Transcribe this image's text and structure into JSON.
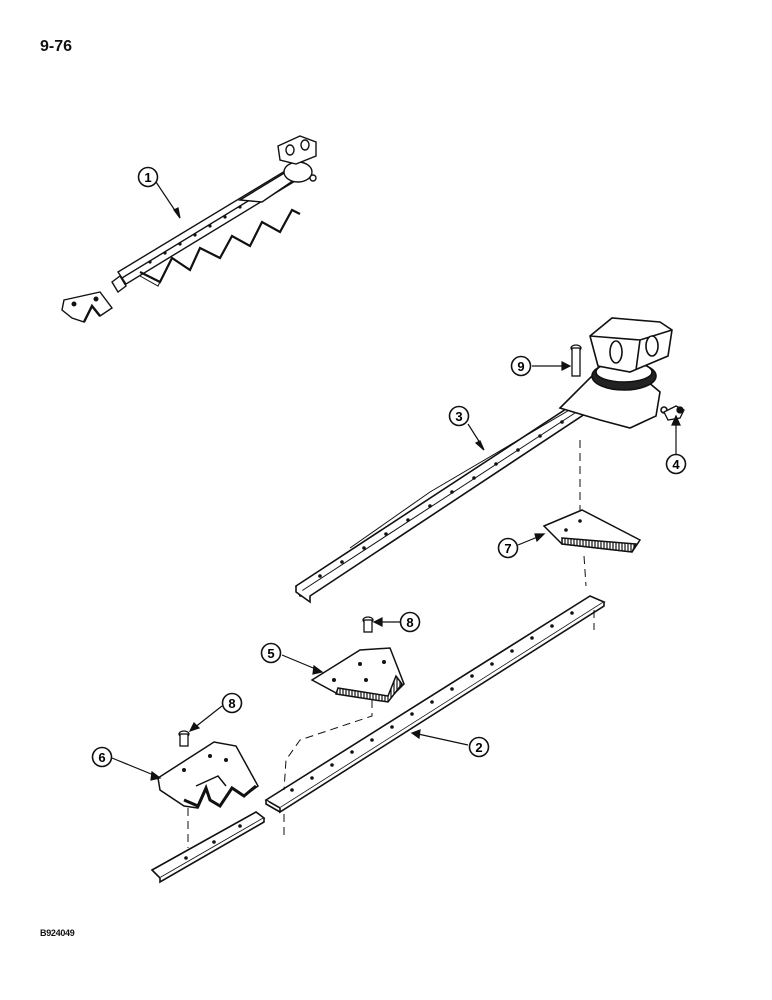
{
  "page": {
    "number": "9-76",
    "figure_code": "B924049"
  },
  "callouts": [
    {
      "id": "callout-1",
      "label": "1"
    },
    {
      "id": "callout-2",
      "label": "2"
    },
    {
      "id": "callout-3",
      "label": "3"
    },
    {
      "id": "callout-4",
      "label": "4"
    },
    {
      "id": "callout-5",
      "label": "5"
    },
    {
      "id": "callout-6",
      "label": "6"
    },
    {
      "id": "callout-7",
      "label": "7"
    },
    {
      "id": "callout-8a",
      "label": "8"
    },
    {
      "id": "callout-8b",
      "label": "8"
    },
    {
      "id": "callout-9",
      "label": "9"
    }
  ],
  "colors": {
    "ink": "#111111",
    "paper": "#ffffff"
  }
}
